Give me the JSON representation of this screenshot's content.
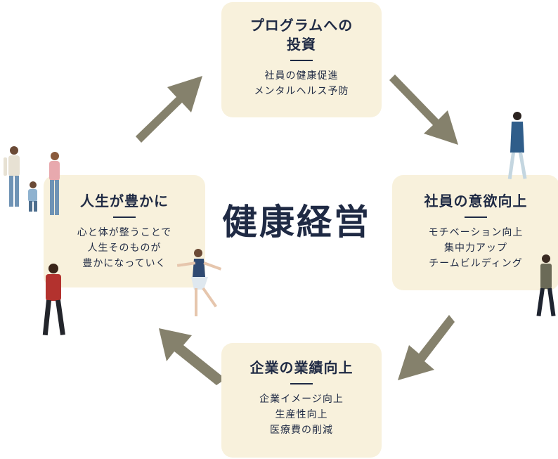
{
  "center_title": "健康経営",
  "cards": {
    "top": {
      "title_lines": [
        "プログラムへの",
        "投資"
      ],
      "lines": [
        "社員の健康促進",
        "メンタルヘルス予防"
      ]
    },
    "right": {
      "title_lines": [
        "社員の意欲向上"
      ],
      "lines": [
        "モチベーション向上",
        "集中力アップ",
        "チームビルディング"
      ]
    },
    "bottom": {
      "title_lines": [
        "企業の業績向上"
      ],
      "lines": [
        "企業イメージ向上",
        "生産性向上",
        "医療費の削減"
      ]
    },
    "left": {
      "title_lines": [
        "人生が豊かに"
      ],
      "lines": [
        "心と体が整うことで",
        "人生そのものが",
        "豊かになっていく"
      ]
    }
  },
  "colors": {
    "card_bg": "#f8f1dc",
    "text": "#1f2a44",
    "arrow": "#85816c"
  },
  "icons": [
    "curved-arrow-icon",
    "family-figure-icon",
    "walking-woman-figure-icon",
    "dancing-woman-figure-icon",
    "walking-man-figure-icon",
    "red-jacket-man-figure-icon"
  ]
}
